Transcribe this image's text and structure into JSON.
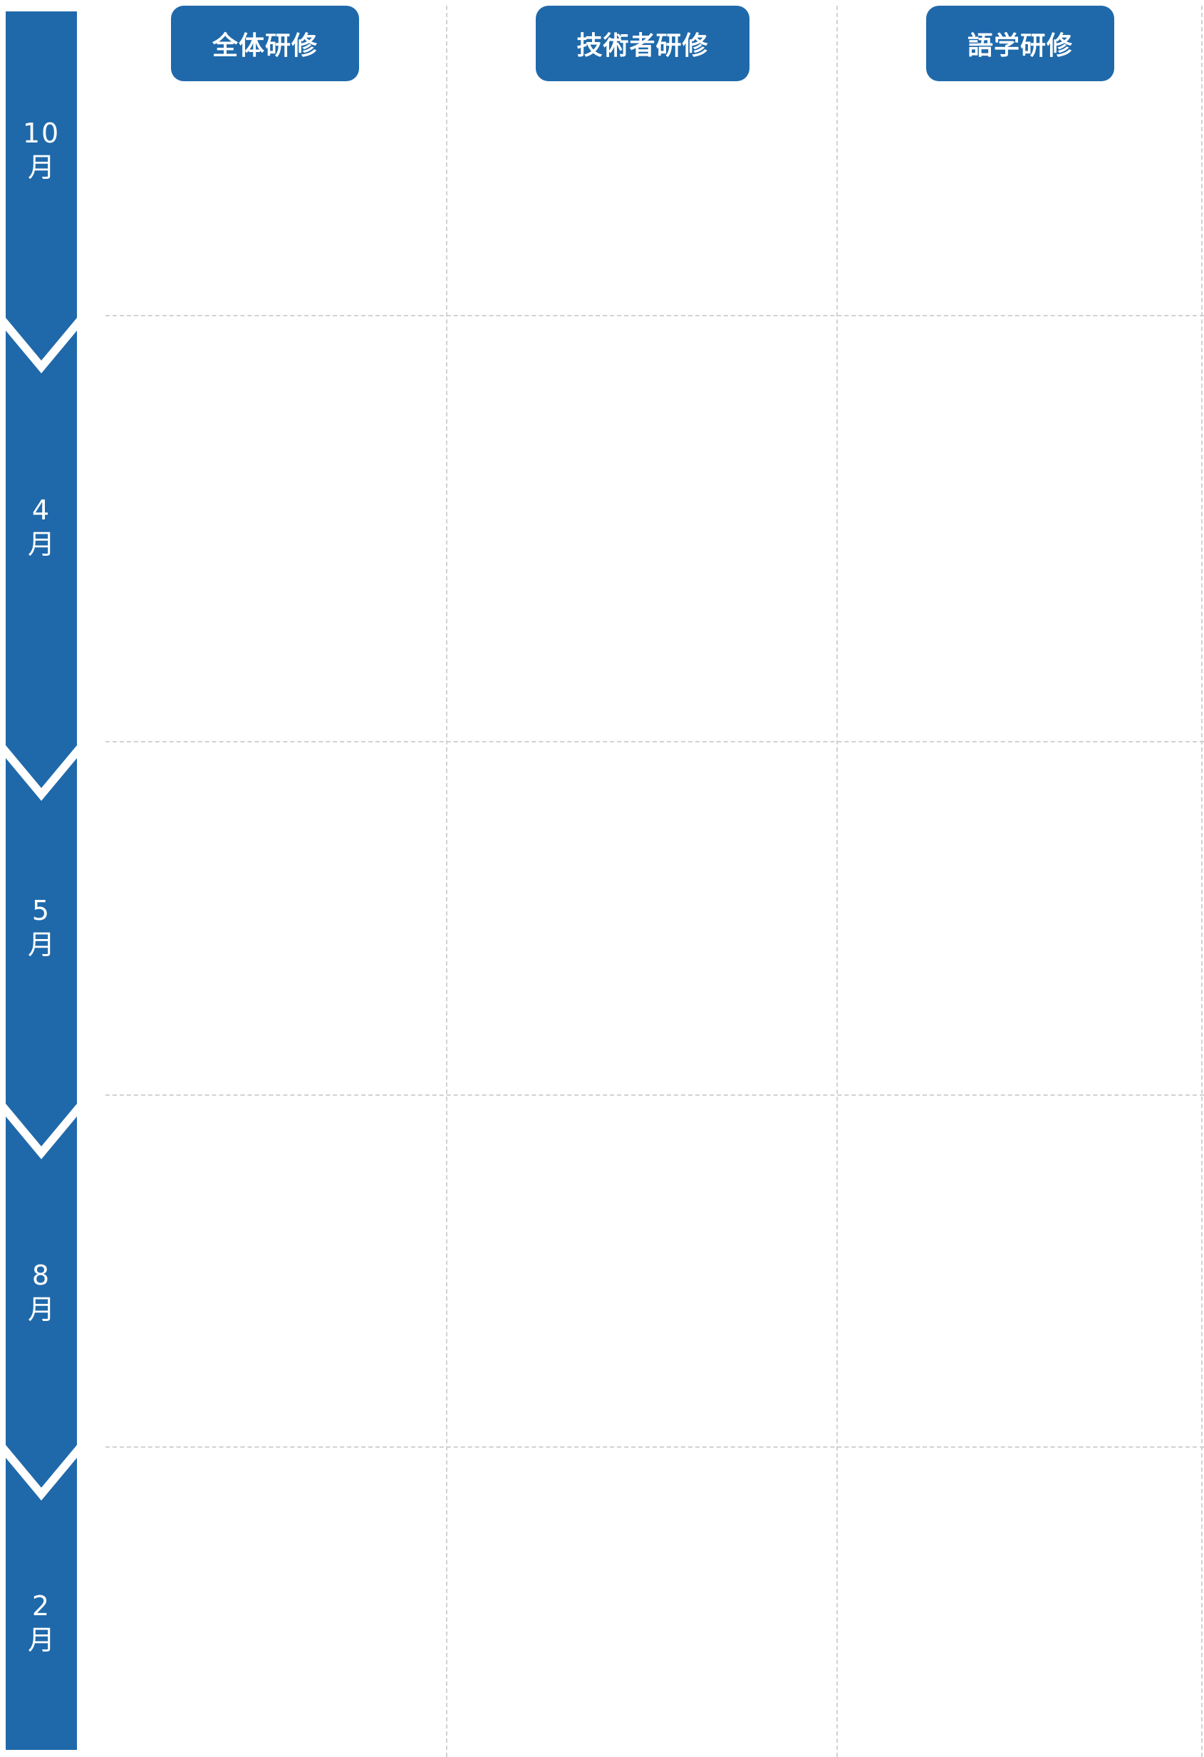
{
  "categories": [
    {
      "label": "全体研修"
    },
    {
      "label": "技術者研修"
    },
    {
      "label": "語学研修"
    }
  ],
  "months": [
    {
      "num": "10",
      "unit": "月"
    },
    {
      "num": "4",
      "unit": "月"
    },
    {
      "num": "5",
      "unit": "月"
    },
    {
      "num": "8",
      "unit": "月"
    },
    {
      "num": "2",
      "unit": "月"
    }
  ],
  "colors": {
    "accent": "#1f69aa",
    "grid": "#d2d2d2",
    "background": "#ffffff"
  }
}
